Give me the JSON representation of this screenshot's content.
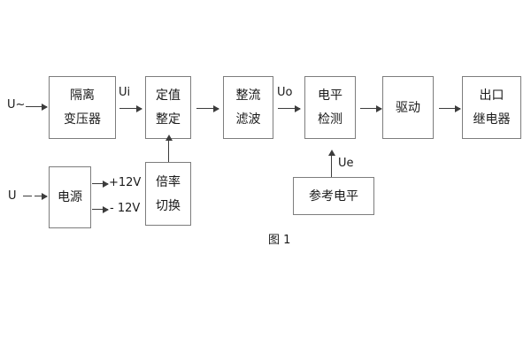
{
  "figure": {
    "caption": "图 1",
    "colors": {
      "block_border": "#7d7d7d",
      "line": "#3c3c3c",
      "text": "#1a1a1a",
      "background": "#ffffff"
    }
  },
  "blocks": {
    "isolation_transformer": {
      "line1": "隔离",
      "line2": "变压器"
    },
    "setting_value": {
      "line1": "定值",
      "line2": "整定"
    },
    "rectify_filter": {
      "line1": "整流",
      "line2": "滤波"
    },
    "level_detect": {
      "line1": "电平",
      "line2": "检测"
    },
    "drive": {
      "line1": "驱动"
    },
    "output_relay": {
      "line1": "出口",
      "line2": "继电器"
    },
    "power_supply": {
      "line1": "电源"
    },
    "multiplier_switch": {
      "line1": "倍率",
      "line2": "切换"
    },
    "reference_level": {
      "line1": "参考电平"
    }
  },
  "signals": {
    "input_ac": "U~",
    "input_dc": "U",
    "ui": "Ui",
    "uo": "Uo",
    "ue": "Ue",
    "rail_positive": "+12V",
    "rail_negative": "- 12V"
  }
}
